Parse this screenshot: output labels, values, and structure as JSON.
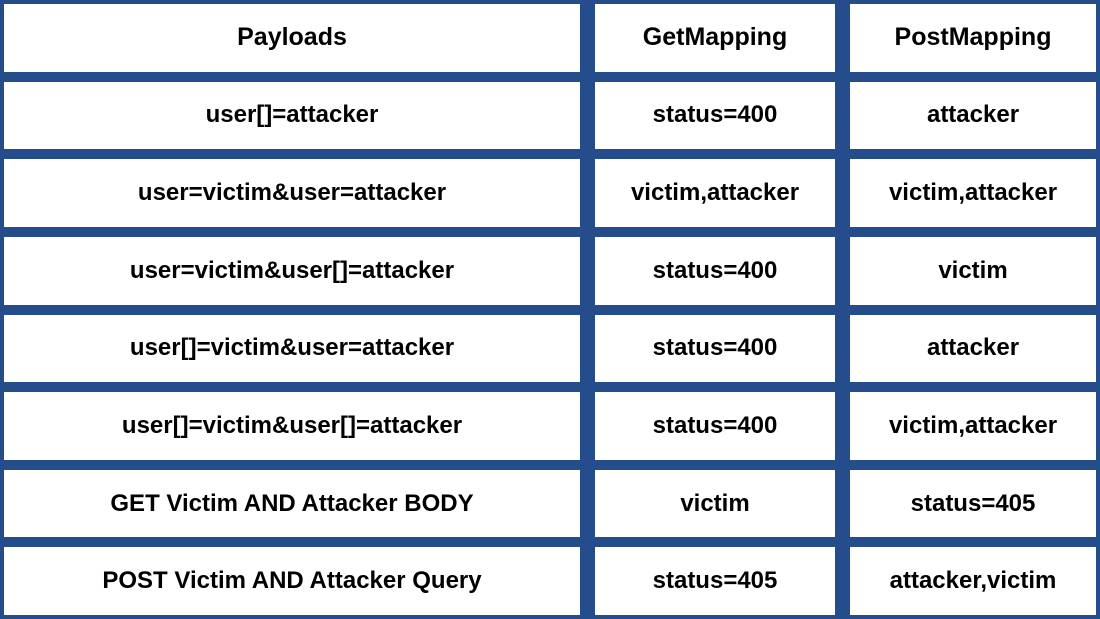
{
  "colors": {
    "accent": "#254c8b",
    "cell_background": "#ffffff",
    "text": "#000000"
  },
  "table": {
    "headers": [
      "Payloads",
      "GetMapping",
      "PostMapping"
    ],
    "rows": [
      [
        "user[]=attacker",
        "status=400",
        "attacker"
      ],
      [
        "user=victim&user=attacker",
        "victim,attacker",
        "victim,attacker"
      ],
      [
        "user=victim&user[]=attacker",
        "status=400",
        "victim"
      ],
      [
        "user[]=victim&user=attacker",
        "status=400",
        "attacker"
      ],
      [
        "user[]=victim&user[]=attacker",
        "status=400",
        "victim,attacker"
      ],
      [
        "GET Victim AND Attacker BODY",
        "victim",
        "status=405"
      ],
      [
        "POST Victim AND Attacker Query",
        "status=405",
        "attacker,victim"
      ]
    ]
  },
  "chart_data": {
    "type": "table",
    "columns": [
      "Payloads",
      "GetMapping",
      "PostMapping"
    ],
    "rows": [
      {
        "payload": "user[]=attacker",
        "get_mapping": "status=400",
        "post_mapping": "attacker"
      },
      {
        "payload": "user=victim&user=attacker",
        "get_mapping": "victim,attacker",
        "post_mapping": "victim,attacker"
      },
      {
        "payload": "user=victim&user[]=attacker",
        "get_mapping": "status=400",
        "post_mapping": "victim"
      },
      {
        "payload": "user[]=victim&user=attacker",
        "get_mapping": "status=400",
        "post_mapping": "attacker"
      },
      {
        "payload": "user[]=victim&user[]=attacker",
        "get_mapping": "status=400",
        "post_mapping": "victim,attacker"
      },
      {
        "payload": "GET Victim AND Attacker BODY",
        "get_mapping": "victim",
        "post_mapping": "status=405"
      },
      {
        "payload": "POST Victim AND Attacker Query",
        "get_mapping": "status=405",
        "post_mapping": "attacker,victim"
      }
    ]
  }
}
